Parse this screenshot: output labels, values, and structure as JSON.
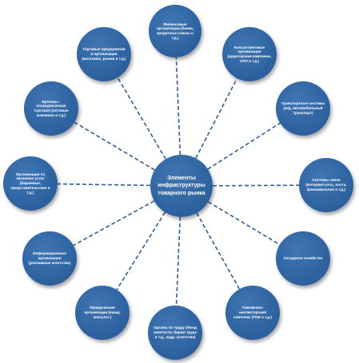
{
  "center": {
    "label": "Элементы инфраструктуры товарного рынка"
  },
  "nodes": [
    {
      "id": "finance",
      "label": "Финансовые организации (банки, кредитные союзы и т.д.)"
    },
    {
      "id": "insurance",
      "label": "Консалтинговые организации (аудиторские компании, СРО и т.д.)"
    },
    {
      "id": "transport",
      "label": "Транспортные системы (ж/д, автомобильный транспорт)"
    },
    {
      "id": "communication",
      "label": "Системы связи (Интернет-сеть, почта, факсимильная и т.д.)"
    },
    {
      "id": "warehouse",
      "label": "Складское хозяйство"
    },
    {
      "id": "customs",
      "label": "Таможенно-инспекторский комплекс (ТНВ и т.д.)"
    },
    {
      "id": "labor",
      "label": "Органы по труду (Фонд занятости, биржи труда и т.д., кадр. агентства)"
    },
    {
      "id": "legal",
      "label": "Юридические организации (юрид. консульт.)"
    },
    {
      "id": "information",
      "label": "Информационные организации (рекламные агентства)"
    },
    {
      "id": "service",
      "label": "Организации по оказанию услуг (биржевые, представительские и т.д.)"
    },
    {
      "id": "intermediary",
      "label": "Брокеры - посредническая торговля (оптовые компании и т.д.)"
    },
    {
      "id": "trade",
      "label": "Торговые предприятия и организации (магазины, рынки и т.д.)"
    }
  ]
}
